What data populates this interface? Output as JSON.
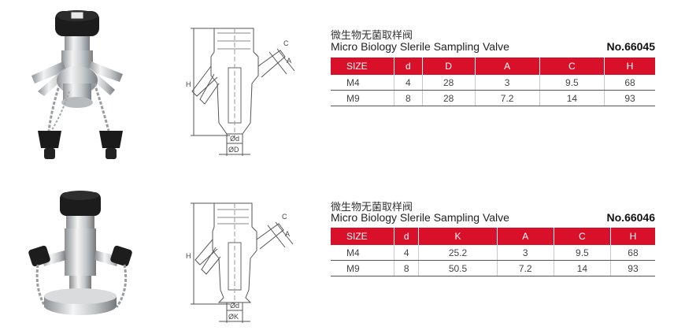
{
  "colors": {
    "header_bg": "#d9102a",
    "header_text": "#ffffff"
  },
  "products": [
    {
      "title_cn": "微生物无菌取样阀",
      "title_en": "Micro Biology Slerile Sampling Valve",
      "model_no": "No.66045",
      "drawing_labels": {
        "height": "H",
        "c": "C",
        "a": "A",
        "d": "Ød",
        "bottom": "ØD"
      },
      "table": {
        "headers": [
          "SIZE",
          "d",
          "D",
          "A",
          "C",
          "H"
        ],
        "rows": [
          [
            "M4",
            "4",
            "28",
            "3",
            "9.5",
            "68"
          ],
          [
            "M9",
            "8",
            "28",
            "7.2",
            "14",
            "93"
          ]
        ]
      }
    },
    {
      "title_cn": "微生物无菌取样阀",
      "title_en": "Micro Biology Slerile Sampling Valve",
      "model_no": "No.66046",
      "drawing_labels": {
        "height": "H",
        "c": "C",
        "a": "A",
        "d": "Ød",
        "bottom": "ØK"
      },
      "table": {
        "headers": [
          "SIZE",
          "d",
          "K",
          "A",
          "C",
          "H"
        ],
        "rows": [
          [
            "M4",
            "4",
            "25.2",
            "3",
            "9.5",
            "68"
          ],
          [
            "M9",
            "8",
            "50.5",
            "7.2",
            "14",
            "93"
          ]
        ]
      }
    }
  ]
}
